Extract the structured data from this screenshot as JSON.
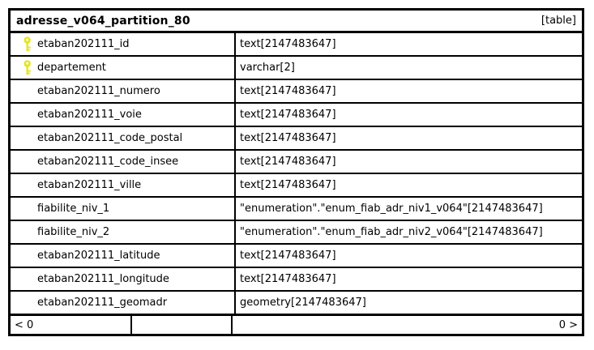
{
  "header": {
    "title": "adresse_v064_partition_80",
    "badge": "[table]"
  },
  "columns": [
    {
      "name": "etaban202111_id",
      "type": "text[2147483647]",
      "primary_key": true
    },
    {
      "name": "departement",
      "type": "varchar[2]",
      "primary_key": true
    },
    {
      "name": "etaban202111_numero",
      "type": "text[2147483647]",
      "primary_key": false
    },
    {
      "name": "etaban202111_voie",
      "type": "text[2147483647]",
      "primary_key": false
    },
    {
      "name": "etaban202111_code_postal",
      "type": "text[2147483647]",
      "primary_key": false
    },
    {
      "name": "etaban202111_code_insee",
      "type": "text[2147483647]",
      "primary_key": false
    },
    {
      "name": "etaban202111_ville",
      "type": "text[2147483647]",
      "primary_key": false
    },
    {
      "name": "fiabilite_niv_1",
      "type": "\"enumeration\".\"enum_fiab_adr_niv1_v064\"[2147483647]",
      "primary_key": false
    },
    {
      "name": "fiabilite_niv_2",
      "type": "\"enumeration\".\"enum_fiab_adr_niv2_v064\"[2147483647]",
      "primary_key": false
    },
    {
      "name": "etaban202111_latitude",
      "type": "text[2147483647]",
      "primary_key": false
    },
    {
      "name": "etaban202111_longitude",
      "type": "text[2147483647]",
      "primary_key": false
    },
    {
      "name": "etaban202111_geomadr",
      "type": "geometry[2147483647]",
      "primary_key": false
    }
  ],
  "footer": {
    "left": "< 0",
    "right": "0 >"
  },
  "colors": {
    "key_icon": "#e5e51e",
    "border": "#000000",
    "background": "#ffffff"
  }
}
